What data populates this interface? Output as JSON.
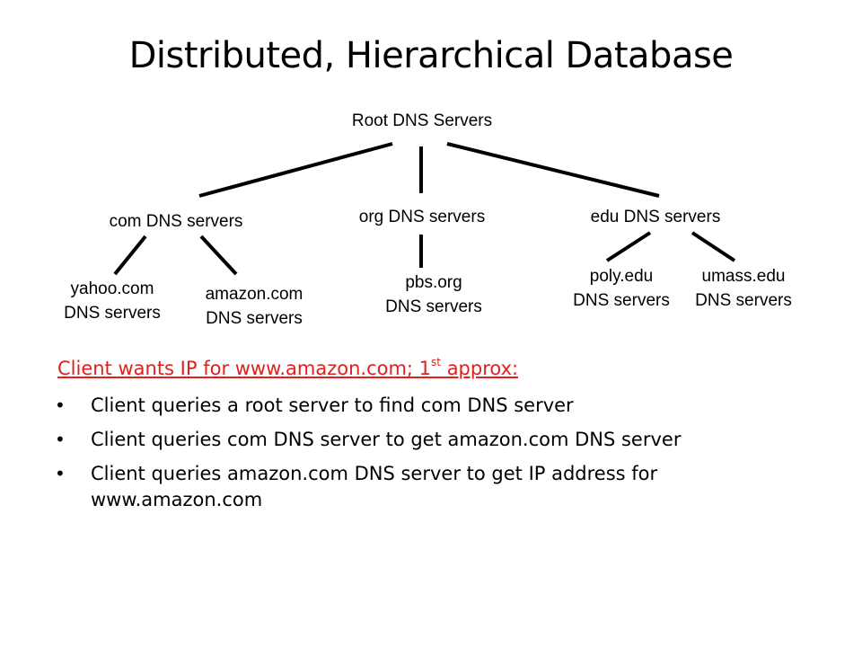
{
  "title": "Distributed, Hierarchical Database",
  "tree": {
    "root": "Root DNS Servers",
    "tld": {
      "com": "com DNS servers",
      "org": "org DNS servers",
      "edu": "edu DNS servers"
    },
    "leaves": {
      "yahoo": [
        "yahoo.com",
        "DNS servers"
      ],
      "amazon": [
        "amazon.com",
        "DNS servers"
      ],
      "pbs": [
        "pbs.org",
        "DNS servers"
      ],
      "poly": [
        "poly.edu",
        "DNS servers"
      ],
      "umass": [
        "umass.edu",
        "DNS servers"
      ]
    }
  },
  "subtitle": {
    "text": "Client wants IP for www.amazon.com; 1",
    "sup": "st",
    "tail": " approx:",
    "color": "#e0201c"
  },
  "bullets": [
    "Client queries a root server to find com DNS server",
    "Client queries com DNS server to get amazon.com DNS server",
    "Client queries amazon.com DNS server to get  IP address for www.amazon.com"
  ],
  "bullet_glyph": "•"
}
